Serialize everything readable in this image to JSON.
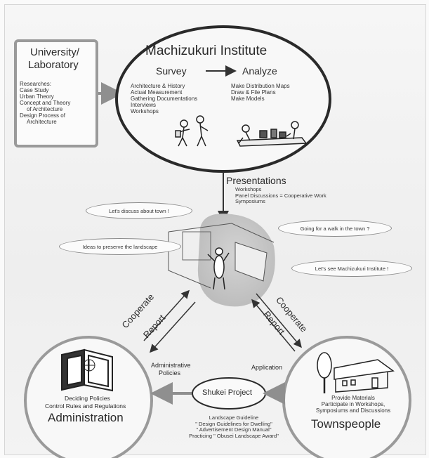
{
  "university": {
    "title_line1": "University/",
    "title_line2": "Laboratory",
    "items": [
      "Researches:",
      "Case Study",
      "Urban Theory",
      "Concept and Theory",
      "  of Architecture",
      "Design Process of",
      "  Architecture"
    ]
  },
  "institute": {
    "title": "Machizukuri Institute",
    "survey_label": "Survey",
    "analyze_label": "Analyze",
    "survey_items": [
      "Architecture & History",
      "Actual Measurement",
      "Gathering Documentations",
      "Interviews",
      "Workshops"
    ],
    "analyze_items": [
      "Make Distribution Maps",
      "Draw & File Plans",
      "Make Models"
    ]
  },
  "presentations": {
    "title": "Presentations",
    "line1": "Workshops",
    "line2": "Panel Discussions   =   Cooperative Work",
    "line3": "Symposiums"
  },
  "bubbles": {
    "b1": "Let's discuss about town !",
    "b2": "Going for a walk in the town ?",
    "b3": "Ideas to preserve the landscape",
    "b4": "Let's see Machizukuri Institute !"
  },
  "arrows": {
    "left_cooperate": "Cooperate",
    "left_report": "Report",
    "right_cooperate": "Cooperate",
    "right_report": "Report"
  },
  "administration": {
    "title": "Administration",
    "line1": "Deciding Policies",
    "line2": "Control Rules and Regulations",
    "policies_line1": "Administrative",
    "policies_line2": "Policies"
  },
  "shukei": {
    "title": "Shukei Project",
    "line1": "Landscape Guideline",
    "line2": "\" Design Guidelines for Dwelling\"",
    "line3": "\" Advertisement Design Manual\"",
    "line4": "Practicing \" Obusei Landscape Award\""
  },
  "townspeople": {
    "title": "Townspeople",
    "line1": "Provide Materials",
    "line2": "Participate in Workshops,",
    "line3": "Symposiums and Discussions",
    "application": "Application"
  },
  "colors": {
    "line": "#3a3a3a",
    "frame_gray": "#9a9a9a",
    "arrow_gray": "#8f8f8f"
  }
}
